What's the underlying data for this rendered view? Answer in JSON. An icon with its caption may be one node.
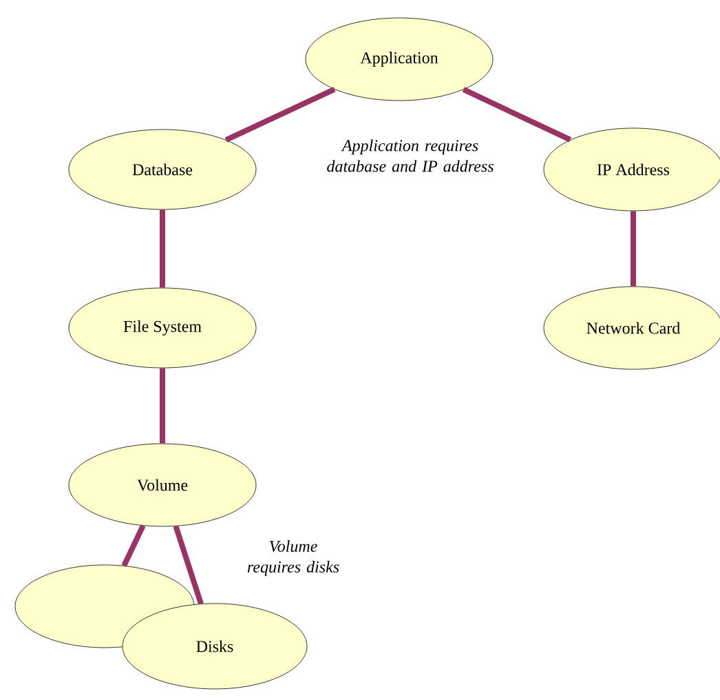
{
  "diagram": {
    "nodes": [
      {
        "text": [
          "Application"
        ]
      },
      {
        "text": [
          "Database"
        ]
      },
      {
        "text": [
          "IP Address"
        ]
      },
      {
        "text": [
          "File System"
        ]
      },
      {
        "text": [
          "Network Card"
        ]
      },
      {
        "text": [
          "Volume"
        ]
      },
      {
        "text": [],
        "shape": "ellipse"
      },
      {
        "text": [
          "Disks"
        ]
      }
    ],
    "edges": [
      {
        "from": 0,
        "to": 1,
        "arrow": "none"
      },
      {
        "from": 0,
        "to": 2,
        "arrow": "none"
      },
      {
        "from": 1,
        "to": 3,
        "arrow": "none"
      },
      {
        "from": 2,
        "to": 4,
        "arrow": "none"
      },
      {
        "from": 3,
        "to": 5,
        "arrow": "none"
      },
      {
        "from": 5,
        "to": 6,
        "arrow": "none"
      },
      {
        "from": 5,
        "to": 7,
        "arrow": "none"
      }
    ],
    "labels": [
      "Application requires database and IP address",
      "Volume requires disks"
    ]
  }
}
